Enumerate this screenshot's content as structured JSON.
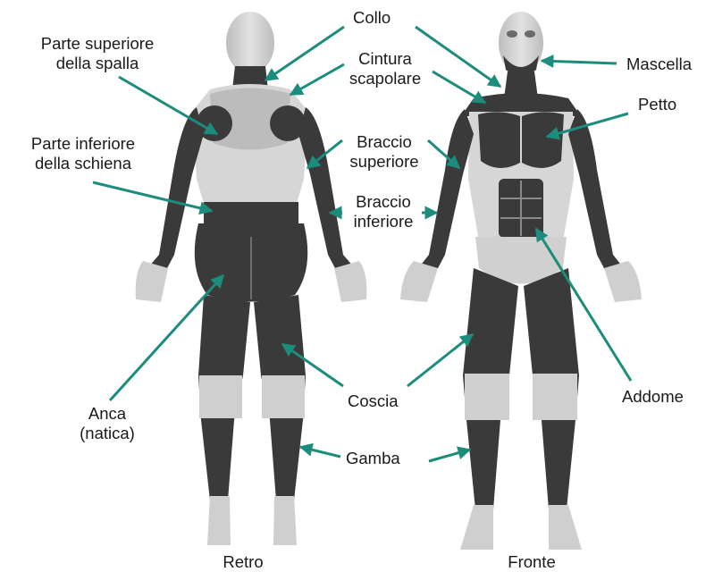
{
  "figures": {
    "back": {
      "caption": "Retro"
    },
    "front": {
      "caption": "Fronte"
    }
  },
  "labels": {
    "collo": "Collo",
    "parte_superiore_spalla": [
      "Parte superiore",
      "della spalla"
    ],
    "cintura_scapolare": [
      "Cintura",
      "scapolare"
    ],
    "mascella": "Mascella",
    "petto": "Petto",
    "parte_inferiore_schiena": [
      "Parte inferiore",
      "della schiena"
    ],
    "braccio_superiore": [
      "Braccio",
      "superiore"
    ],
    "braccio_inferiore": [
      "Braccio",
      "inferiore"
    ],
    "anca": [
      "Anca",
      "(natica)"
    ],
    "coscia": "Coscia",
    "addome": "Addome",
    "gamba": "Gamba"
  },
  "colors": {
    "arrow": "#1c8c7c",
    "muscle": "#3a3a3a",
    "skin": "#cfcfcf",
    "text": "#1a1a1a"
  }
}
